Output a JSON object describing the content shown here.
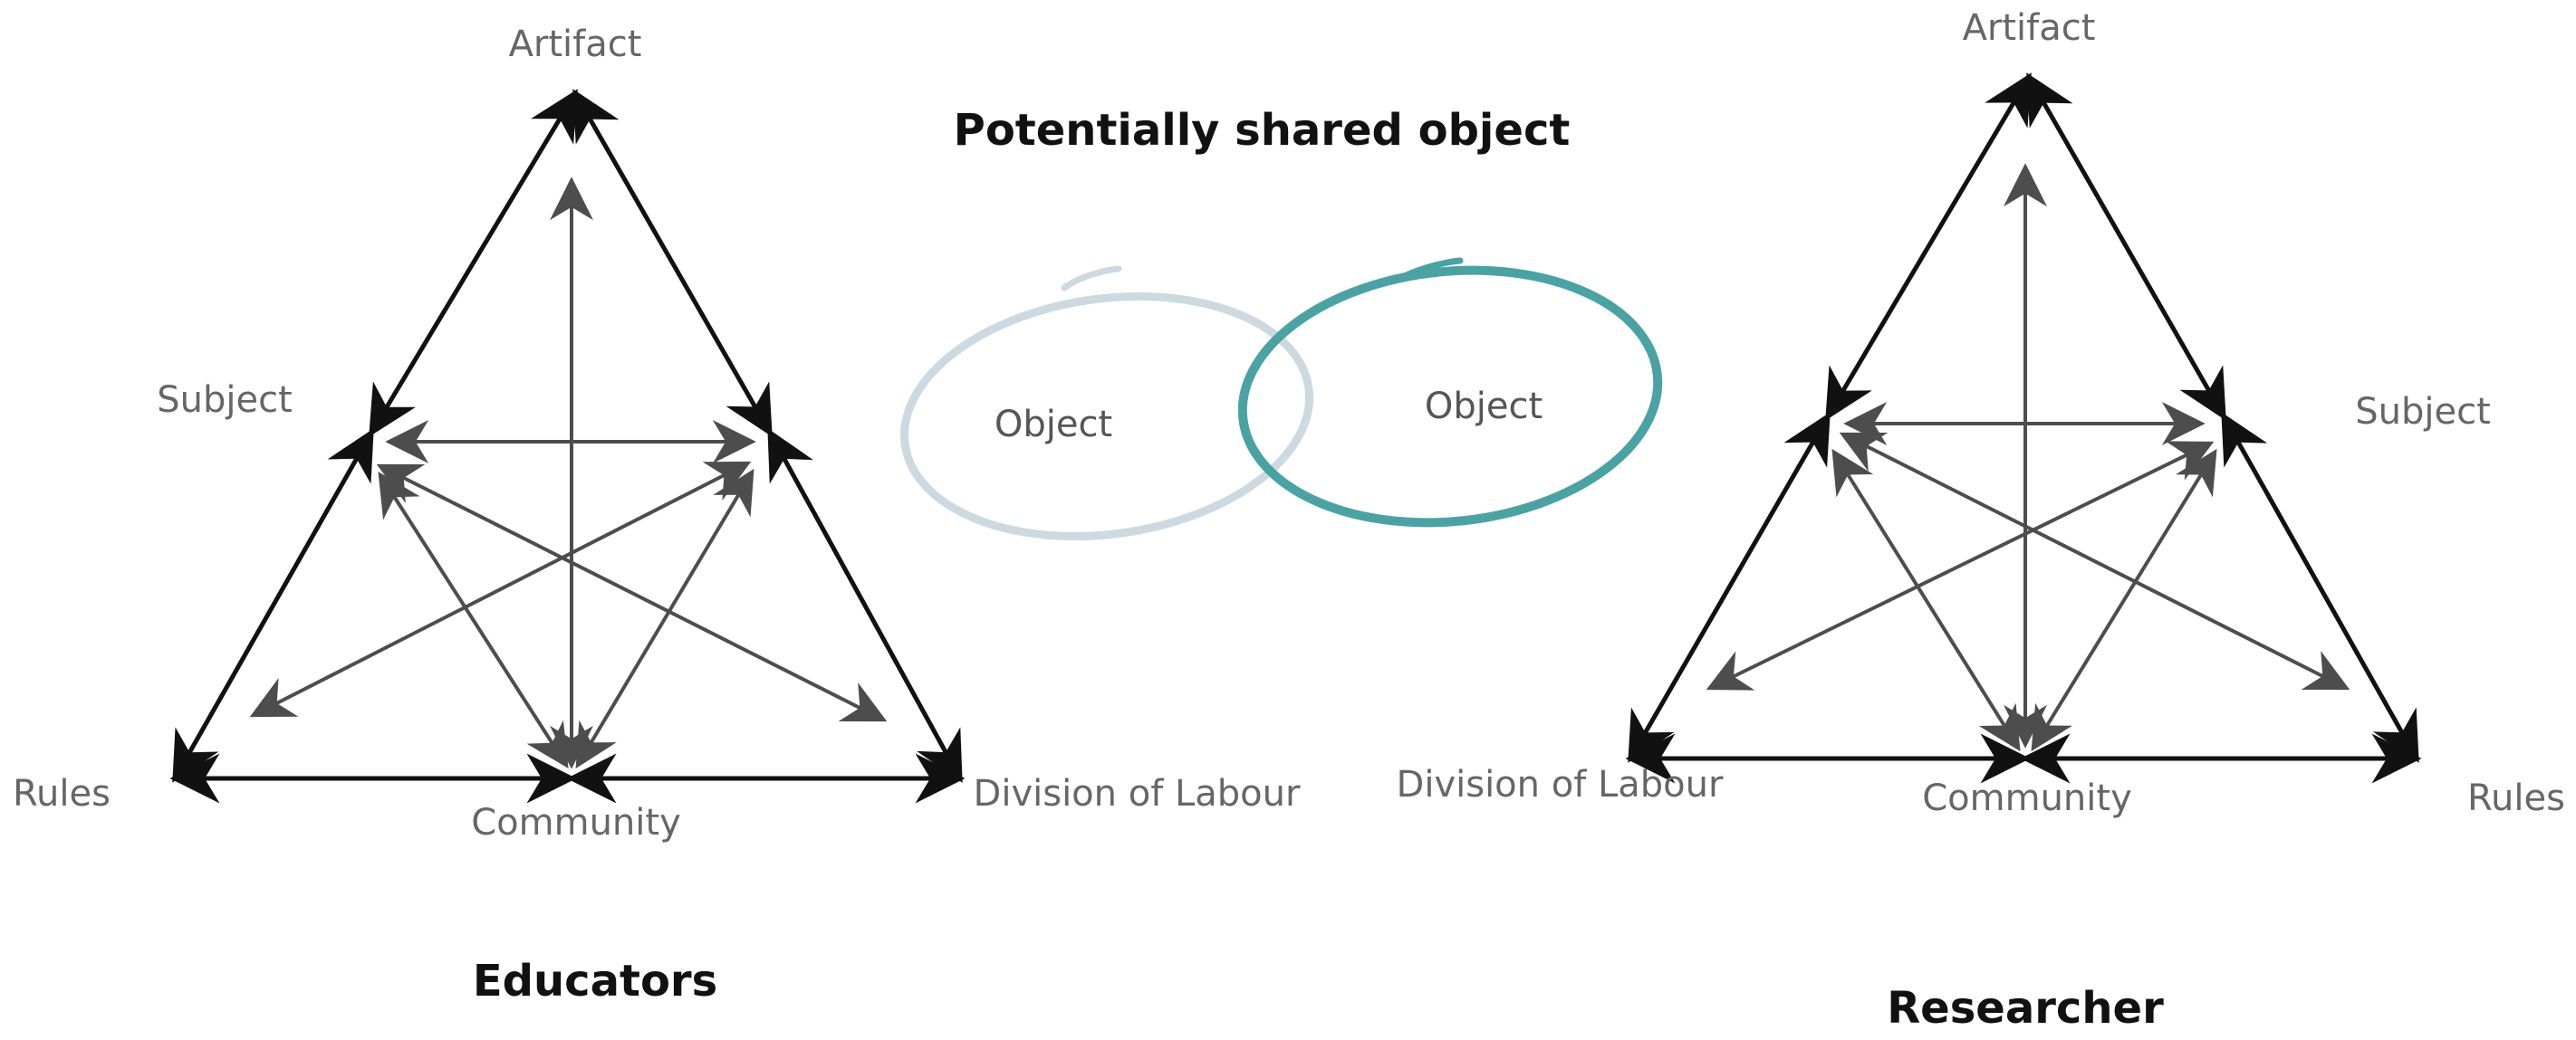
{
  "title": "Potentially shared object",
  "colors": {
    "outer_edges": "#111111",
    "inner_arrows": "#4d4d4d",
    "object_left": "#cdd9e0",
    "object_right": "#4aa3a3",
    "label_text": "#666666"
  },
  "educators": {
    "name": "Educators",
    "labels": {
      "top": "Artifact",
      "left": "Subject",
      "bottom_left": "Rules",
      "bottom_middle": "Community",
      "bottom_right": "Division of Labour"
    }
  },
  "researcher": {
    "name": "Researcher",
    "labels": {
      "top": "Artifact",
      "right": "Subject",
      "bottom_left": "Division of Labour",
      "bottom_middle": "Community",
      "bottom_right": "Rules"
    }
  },
  "objects": {
    "left": "Object",
    "right": "Object"
  }
}
